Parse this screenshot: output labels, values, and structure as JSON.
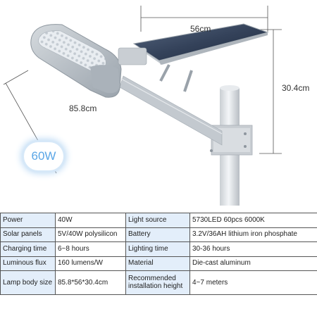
{
  "dimensions": {
    "width": "56cm",
    "height": "30.4cm",
    "length": "85.8cm"
  },
  "badge": {
    "wattage": "60W"
  },
  "specs": {
    "rows": [
      {
        "label1": "Power",
        "value1": "40W",
        "label2": "Light source",
        "value2": "5730LED 60pcs 6000K"
      },
      {
        "label1": "Solar panels",
        "value1": "5V/40W polysilicon",
        "label2": "Battery",
        "value2": "3.2V/36AH lithium iron phosphate"
      },
      {
        "label1": "Charging time",
        "value1": "6~8 hours",
        "label2": "Lighting time",
        "value2": "30-36 hours"
      },
      {
        "label1": "Luminous flux",
        "value1": "160 lumens/W",
        "label2": "Material",
        "value2": "Die-cast aluminum"
      },
      {
        "label1": "Lamp body size",
        "value1": "85.8*56*30.4cm",
        "label2": "Recommended installation height",
        "value2": "4~7 meters"
      }
    ]
  },
  "colors": {
    "table_header_bg": "#e3eefa",
    "badge_text": "#5aa6e6",
    "lamp_body": "#b4bcc4",
    "solar_panel": "#3b4a63"
  }
}
